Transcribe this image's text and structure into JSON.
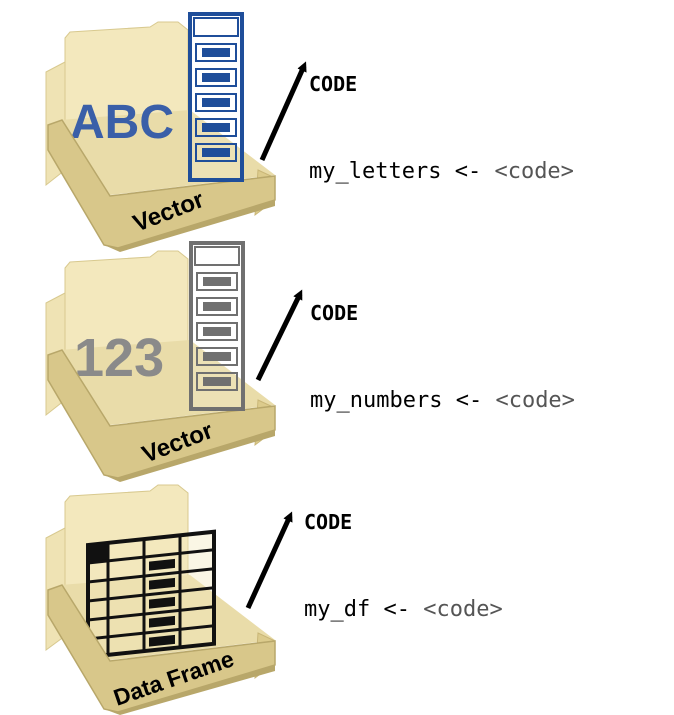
{
  "colors": {
    "box_light": "#f3e8bd",
    "box_mid": "#e2d29a",
    "box_dark": "#c9b677",
    "box_edge": "#b8a76a",
    "vector_blue": "#1f4e9a",
    "vector_gray": "#707070",
    "frame_black": "#111111",
    "arrow": "#000000"
  },
  "boxes": [
    {
      "id": "letters",
      "label": "Vector",
      "contents_text": "ABC",
      "contents_color": "#3a5fa8",
      "vector_color": "#1f4e9a",
      "code": {
        "heading": "CODE",
        "variable": "my_letters",
        "operator": "<-",
        "placeholder": "<code>"
      }
    },
    {
      "id": "numbers",
      "label": "Vector",
      "contents_text": "123",
      "contents_color": "#8a8a8a",
      "vector_color": "#707070",
      "code": {
        "heading": "CODE",
        "variable": "my_numbers",
        "operator": "<-",
        "placeholder": "<code>"
      }
    },
    {
      "id": "dataframe",
      "label": "Data Frame",
      "code": {
        "heading": "CODE",
        "variable": "my_df",
        "operator": "<-",
        "placeholder": "<code>"
      }
    }
  ]
}
